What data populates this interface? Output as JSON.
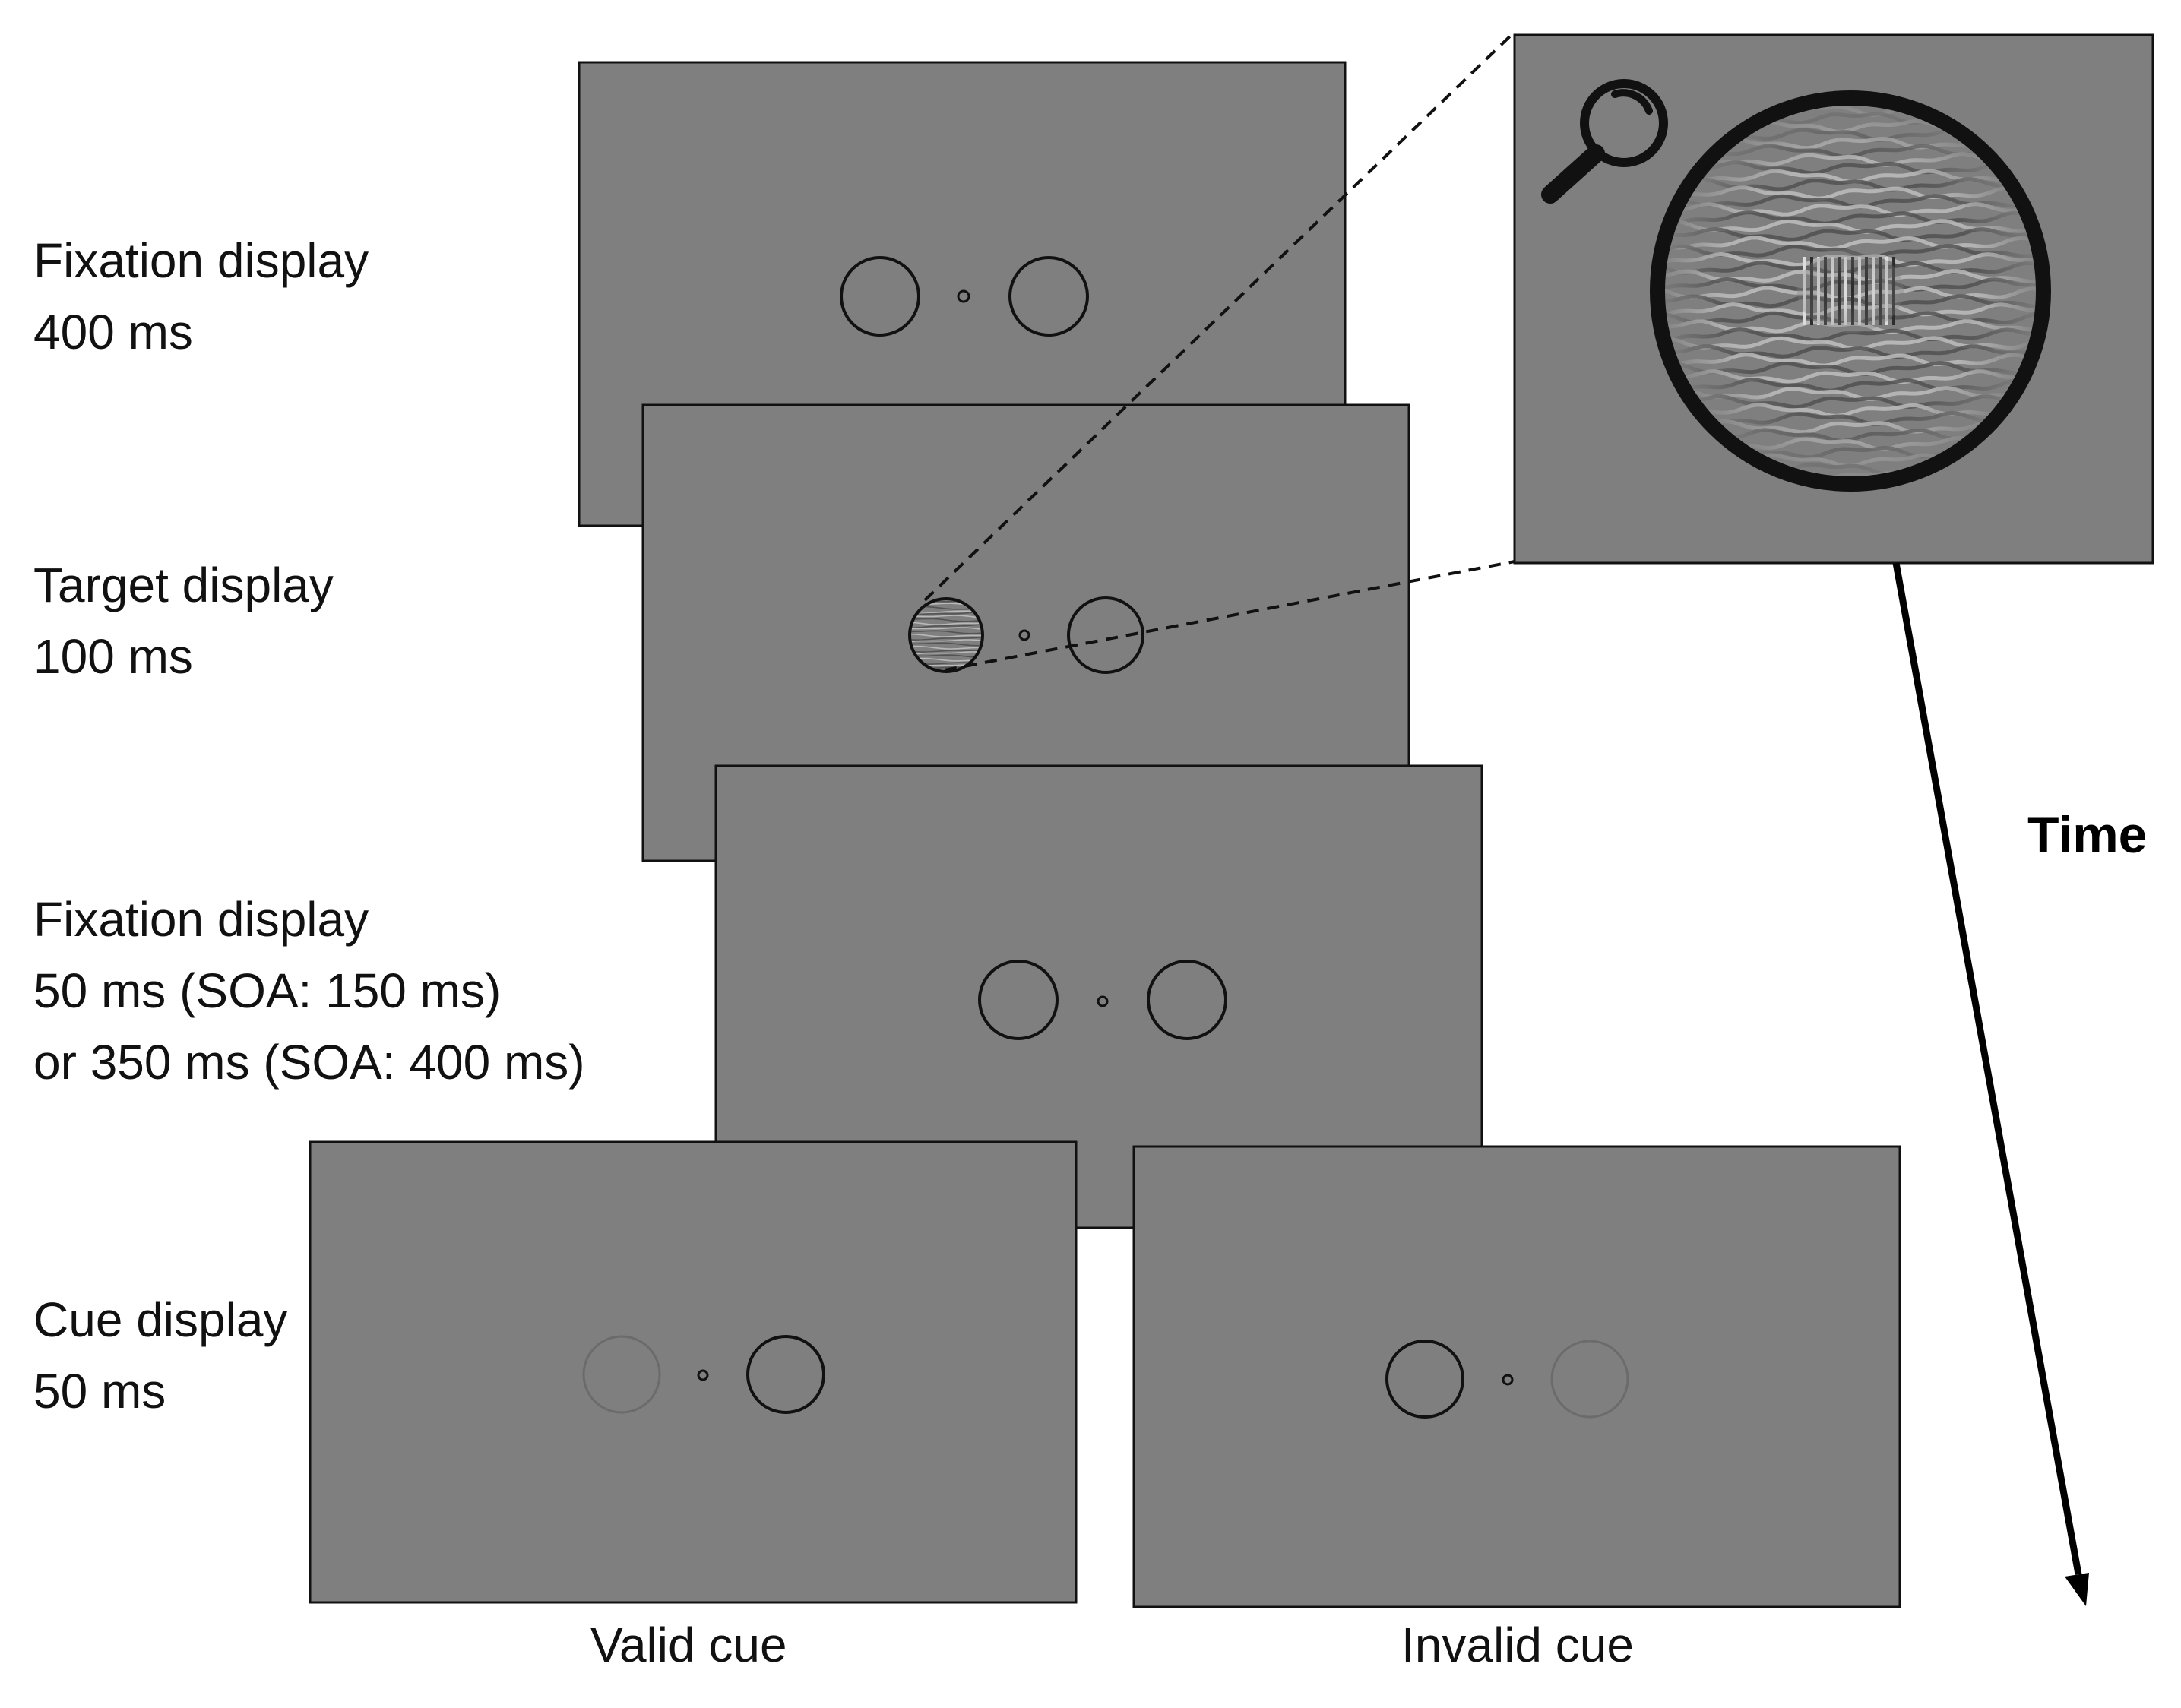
{
  "colors": {
    "screen_fill": "#7f7f7f",
    "screen_border": "#111111",
    "ink": "#111111",
    "faint_ring": "#6b6b6b",
    "background": "#ffffff"
  },
  "steps": [
    {
      "title": "Fixation display",
      "duration_lines": [
        "400 ms"
      ]
    },
    {
      "title": "Target display",
      "duration_lines": [
        "100 ms"
      ]
    },
    {
      "title": "Fixation display",
      "duration_lines": [
        "50 ms (SOA: 150 ms)",
        "or 350 ms (SOA: 400 ms)"
      ]
    },
    {
      "title": "Cue display",
      "duration_lines": [
        "50 ms"
      ]
    }
  ],
  "cue_conditions": {
    "valid_label": "Valid cue",
    "invalid_label": "Invalid cue"
  },
  "time_axis": {
    "label": "Time"
  },
  "zoom_inset": {
    "icon": "magnifier-icon",
    "content": "target-grating"
  }
}
